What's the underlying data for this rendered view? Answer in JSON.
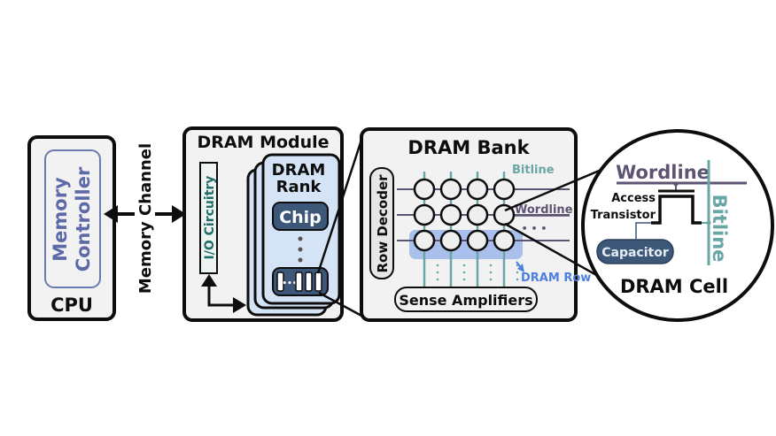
{
  "colors": {
    "outline": "#0d0d0d",
    "panel_fill": "#f2f2f3",
    "memctrl_stroke": "#6b7ab0",
    "memctrl_text": "#5d6aa8",
    "io_text": "#1e6d6b",
    "rank_fill": "#d4e4f6",
    "chip_fill": "#3d5778",
    "bitline": "#6aa6a6",
    "wordline": "#5e5373",
    "row_highlight": "#7fa5e6",
    "dram_row_text": "#4f7fde",
    "capacitor_fill": "#3d5778"
  },
  "cpu": {
    "label": "CPU",
    "memory_controller_line1": "Memory",
    "memory_controller_line2": "Controller"
  },
  "channel": {
    "label": "Memory Channel"
  },
  "module": {
    "title": "DRAM Module",
    "io_label": "I/O Circuitry",
    "rank_line1": "DRAM",
    "rank_line2": "Rank",
    "chip_label": "Chip",
    "ellipsis": "•••"
  },
  "bank": {
    "title": "DRAM Bank",
    "row_decoder": "Row Decoder",
    "bitline_label": "Bitline",
    "wordline_label": "Wordline",
    "dots": "• • •",
    "dram_row_label": "DRAM Row",
    "sense_amplifiers": "Sense Amplifiers",
    "grid_rows": 3,
    "grid_cols": 4
  },
  "cell": {
    "title": "DRAM Cell",
    "wordline_label": "Wordline",
    "bitline_label": "Bitline",
    "access_line1": "Access",
    "access_line2": "Transistor",
    "capacitor_label": "Capacitor"
  }
}
